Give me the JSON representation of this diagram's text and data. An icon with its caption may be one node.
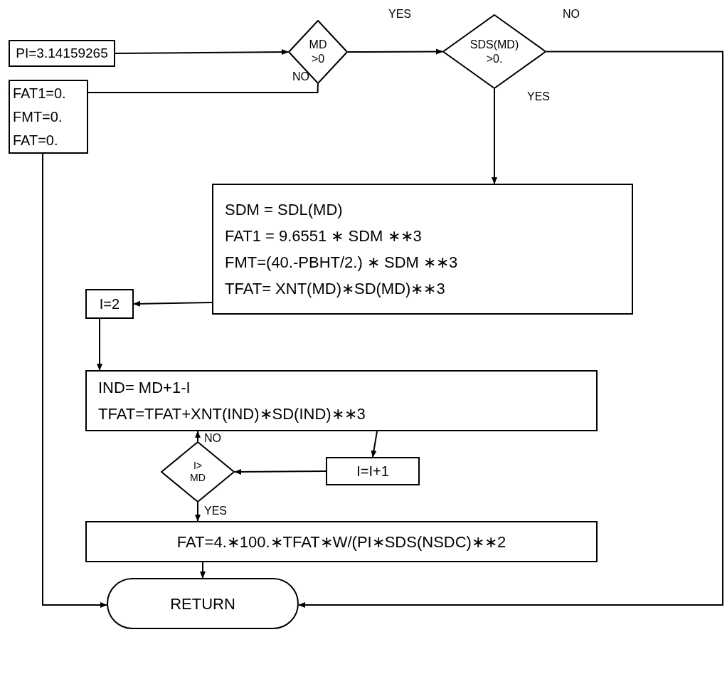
{
  "diagram": {
    "nodes": [
      {
        "text": [
          "PI=3.14159265"
        ]
      },
      {
        "text": [
          "MD >0"
        ]
      },
      {
        "text": [
          "SDS(MD) >0."
        ]
      },
      {
        "text": [
          "FAT1=0.",
          "FMT=0.",
          "FAT=0."
        ]
      },
      {
        "text": [
          "SDM = SDL(MD)",
          "FAT1 = 9.6551 ∗ SDM ∗∗3",
          "FMT=(40.-PBHT/2.) ∗ SDM ∗∗3",
          "TFAT= XNT(MD)∗SD(MD)∗∗3"
        ]
      },
      {
        "text": [
          "I=2"
        ]
      },
      {
        "text": [
          "IND= MD+1-I",
          "TFAT=TFAT+XNT(IND)∗SD(IND)∗∗3"
        ]
      },
      {
        "text": [
          "I=I+1"
        ]
      },
      {
        "text": [
          "I> MD"
        ]
      },
      {
        "text": [
          "FAT=4.∗100.∗TFAT∗W/(PI∗SDS(NSDC)∗∗2"
        ]
      },
      {
        "text": [
          "RETURN"
        ]
      }
    ],
    "edges": [
      {
        "from": 0,
        "to": 1,
        "arrow": "to"
      },
      {
        "from": 1,
        "to": 2,
        "arrow": "to",
        "label": "YES"
      },
      {
        "from": 2,
        "to": 10,
        "arrow": "to",
        "label": "NO"
      },
      {
        "from": 1,
        "to": 3,
        "arrow": "to",
        "label": "NO"
      },
      {
        "from": 2,
        "to": 4,
        "arrow": "to",
        "label": "YES"
      },
      {
        "from": 4,
        "to": 5,
        "arrow": "to"
      },
      {
        "from": 5,
        "to": 6,
        "arrow": "to"
      },
      {
        "from": 6,
        "to": 7,
        "arrow": "to"
      },
      {
        "from": 7,
        "to": 8,
        "arrow": "to"
      },
      {
        "from": 8,
        "to": 6,
        "arrow": "to",
        "label": "NO"
      },
      {
        "from": 8,
        "to": 9,
        "arrow": "to",
        "label": "YES"
      },
      {
        "from": 9,
        "to": 10,
        "arrow": "to"
      },
      {
        "from": 3,
        "to": 10,
        "arrow": "to"
      }
    ]
  }
}
